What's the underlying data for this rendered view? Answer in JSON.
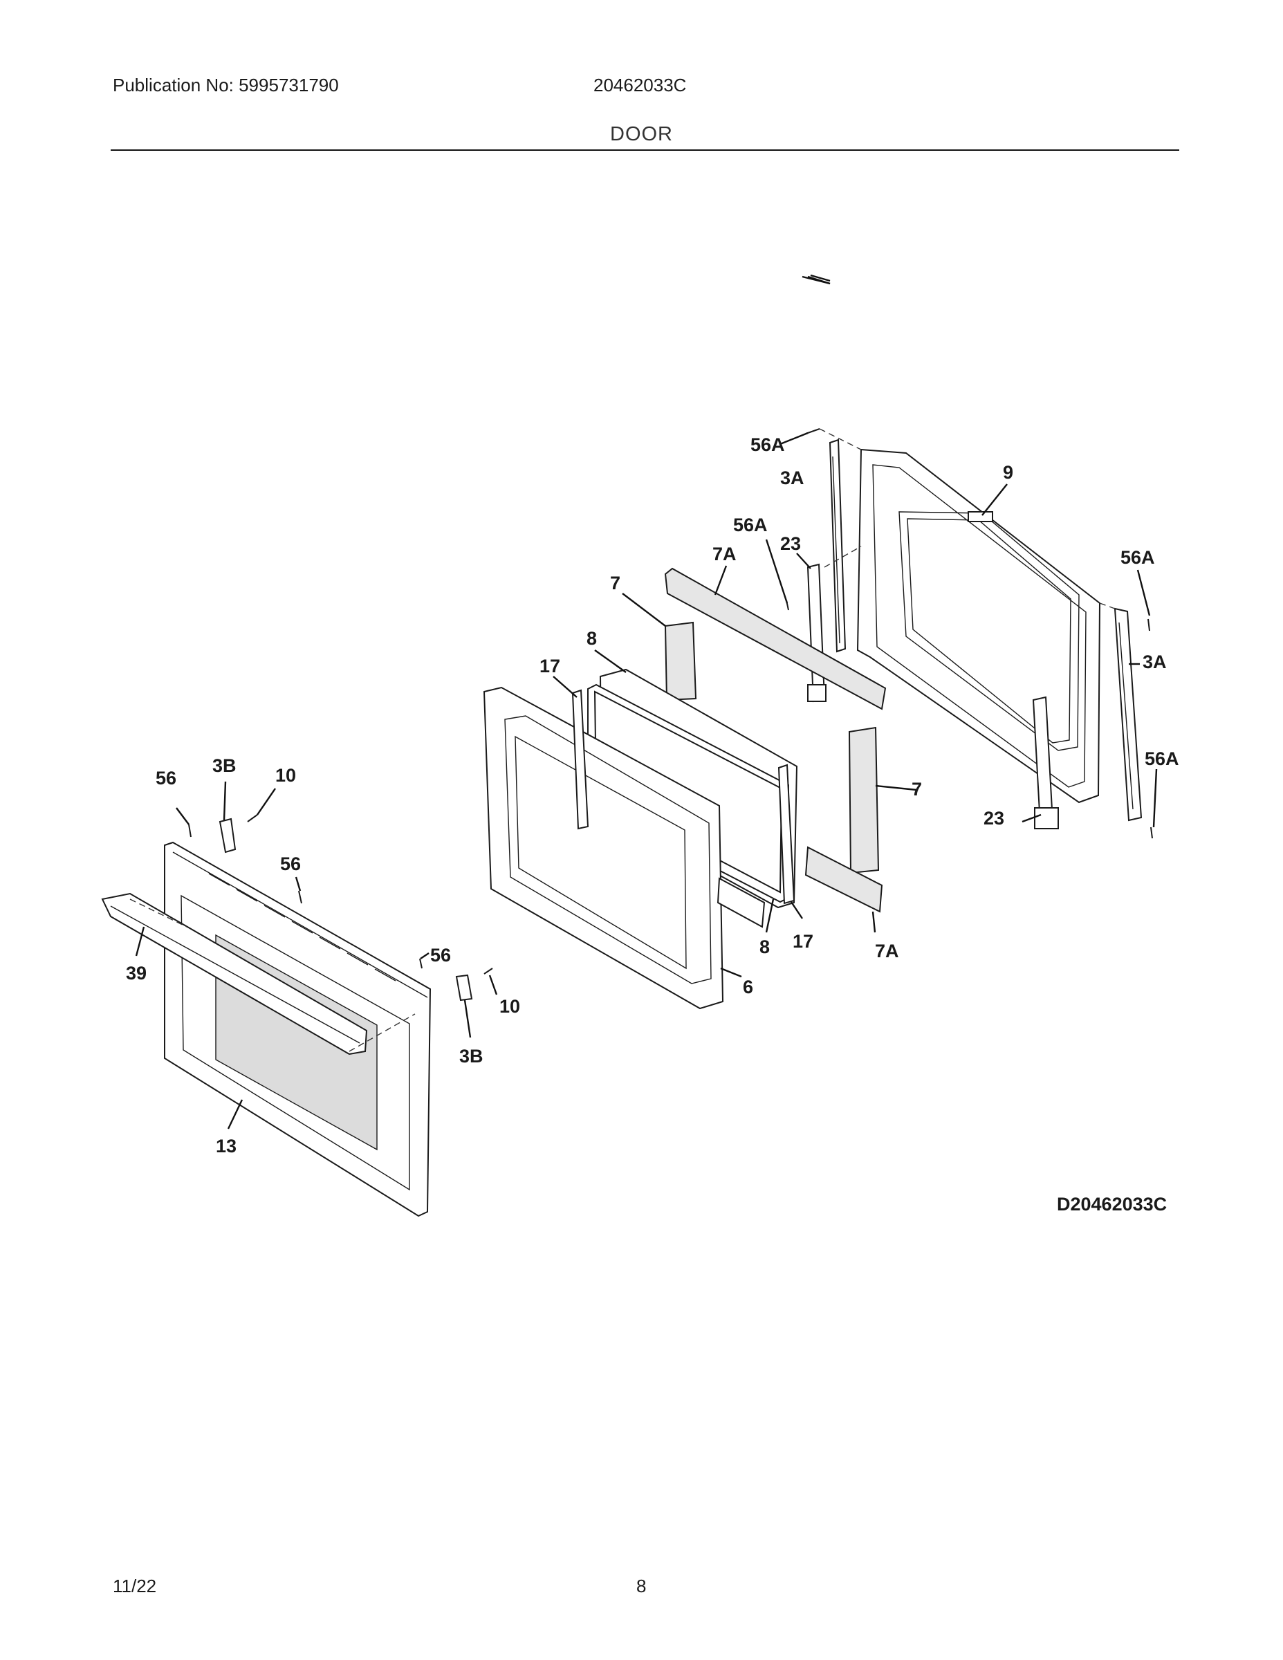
{
  "header": {
    "publication": "Publication No: 5995731790",
    "model": "20462033C",
    "section_title": "DOOR"
  },
  "callouts": {
    "c56A_top": "56A",
    "c3A_top": "3A",
    "c9": "9",
    "c56A_mid": "56A",
    "c23_top": "23",
    "c7A_top": "7A",
    "c56A_right_top": "56A",
    "c7_top": "7",
    "c3A_right": "3A",
    "c8_top": "8",
    "c17_top": "17",
    "c56A_right_bottom": "56A",
    "c7_right": "7",
    "c23_bottom": "23",
    "c56_left": "56",
    "c3B_top": "3B",
    "c10_top": "10",
    "c56_mid": "56",
    "c8_bottom": "8",
    "c17_bottom": "17",
    "c7A_bottom": "7A",
    "c56_right": "56",
    "c6": "6",
    "c39": "39",
    "c10_bottom": "10",
    "c3B_bottom": "3B",
    "c13": "13"
  },
  "diagram_id": "D20462033C",
  "footer": {
    "date": "11/22",
    "page_number": "8"
  }
}
